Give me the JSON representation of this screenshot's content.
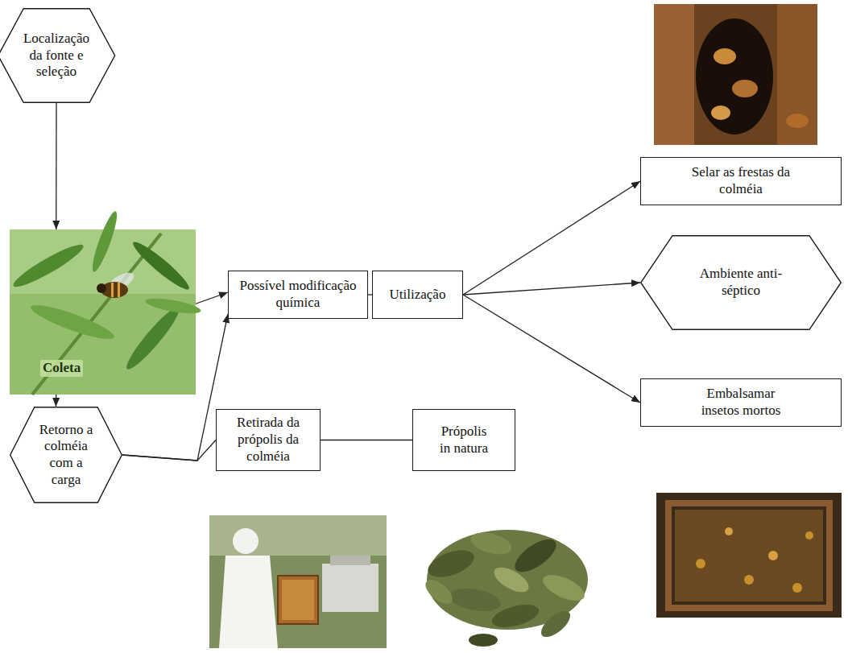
{
  "diagram": {
    "nodes": [
      {
        "text": [
          "Localização da fonte e seleção"
        ]
      },
      {
        "text": [
          "Coleta"
        ]
      },
      {
        "text": [
          "Retorno a colméia com a carga"
        ]
      },
      {
        "text": [
          "Possível modificação química"
        ]
      },
      {
        "text": [
          "Utilização"
        ]
      },
      {
        "text": [
          "Selar as frestas da colméia"
        ]
      },
      {
        "text": [
          "Ambiente anti-séptico"
        ]
      },
      {
        "text": [
          "Embalsamar insetos mortos"
        ]
      },
      {
        "text": [
          "Retirada da própolis da colméia"
        ]
      },
      {
        "text": [
          "Própolis in natura"
        ]
      }
    ],
    "edges": [
      {
        "from": 0,
        "to": 1,
        "arrow": "to"
      },
      {
        "from": 1,
        "to": 2,
        "arrow": "to"
      },
      {
        "from": 1,
        "to": 3,
        "arrow": "to"
      },
      {
        "from": 2,
        "to": 3,
        "arrow": "to"
      },
      {
        "from": 2,
        "to": 8,
        "arrow": "none"
      },
      {
        "from": 8,
        "to": 9,
        "arrow": "none"
      },
      {
        "from": 3,
        "to": 4,
        "arrow": "none"
      },
      {
        "from": 4,
        "to": 5,
        "arrow": "to"
      },
      {
        "from": 4,
        "to": 6,
        "arrow": "to"
      },
      {
        "from": 4,
        "to": 7,
        "arrow": "to"
      }
    ]
  }
}
